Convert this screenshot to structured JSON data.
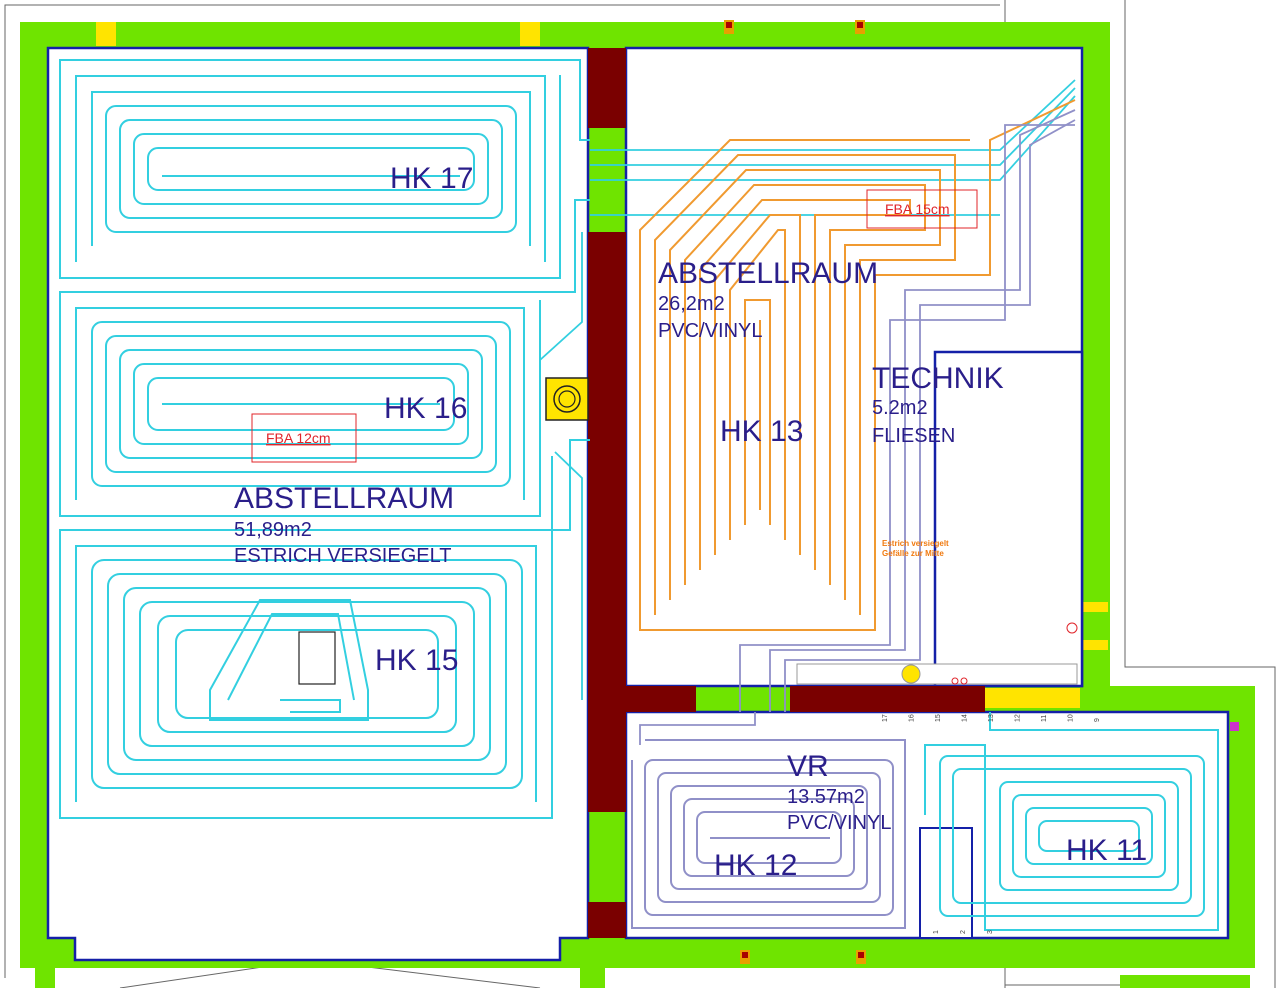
{
  "colors": {
    "wall": "#6fe400",
    "outline": "#1420a8",
    "column": "#7a0000",
    "pipe_cyan": "#33cfe0",
    "pipe_orange": "#f09a30",
    "pipe_lavender": "#9090c8",
    "text": "#2a1e8a",
    "fba": "#e0242a",
    "yellow": "#ffe400"
  },
  "rooms": {
    "abstellraum_large": {
      "name": "ABSTELLRAUM",
      "area": "51,89m2",
      "floor": "ESTRICH VERSIEGELT"
    },
    "abstellraum_small": {
      "name": "ABSTELLRAUM",
      "area": "26,2m2",
      "floor": "PVC/VINYL"
    },
    "technik": {
      "name": "TECHNIK",
      "area": "5.2m2",
      "floor": "FLIESEN"
    },
    "vr": {
      "name": "VR",
      "area": "13.57m2",
      "floor": "PVC/VINYL"
    }
  },
  "circuits": {
    "hk17": "HK 17",
    "hk16": "HK 16",
    "hk15": "HK 15",
    "hk13": "HK 13",
    "hk12": "HK 12",
    "hk11": "HK 11"
  },
  "fba": {
    "left": "FBA 12cm",
    "right": "FBA 15cm"
  },
  "notes": {
    "line1": "Estrich versiegelt",
    "line2": "Gefälle zur Mitte"
  },
  "manifold_numbers": [
    "17",
    "16",
    "15",
    "14",
    "13",
    "12",
    "11",
    "10",
    "9"
  ],
  "manifold_numbers_lower": [
    "1",
    "2",
    "3"
  ]
}
